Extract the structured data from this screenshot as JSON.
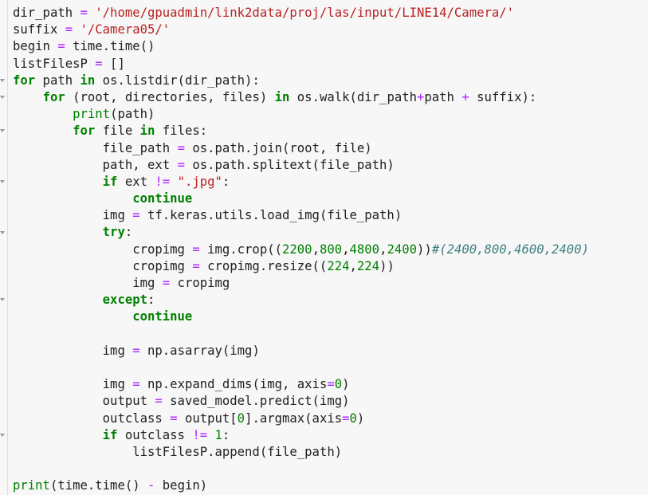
{
  "editor": {
    "fold_markers_at_lines": [
      5,
      6,
      8,
      11,
      14,
      18,
      26
    ],
    "colors": {
      "background": "#f7f7f7",
      "text": "#212121",
      "keyword": "#008000",
      "operator": "#aa22ff",
      "string": "#ba2121",
      "number": "#008000",
      "builtin": "#008000",
      "comment": "#408080"
    },
    "lines": [
      {
        "indent": "",
        "tokens": [
          [
            "t",
            "dir_path "
          ],
          [
            "op",
            "="
          ],
          [
            "t",
            " "
          ],
          [
            "str",
            "'/home/gpuadmin/link2data/proj/las/input/LINE14/Camera/'"
          ]
        ]
      },
      {
        "indent": "",
        "tokens": [
          [
            "t",
            "suffix "
          ],
          [
            "op",
            "="
          ],
          [
            "t",
            " "
          ],
          [
            "str",
            "'/Camera05/'"
          ]
        ]
      },
      {
        "indent": "",
        "tokens": [
          [
            "t",
            "begin "
          ],
          [
            "op",
            "="
          ],
          [
            "t",
            " time.time()"
          ]
        ]
      },
      {
        "indent": "",
        "tokens": [
          [
            "t",
            "listFilesP "
          ],
          [
            "op",
            "="
          ],
          [
            "t",
            " []"
          ]
        ]
      },
      {
        "indent": "",
        "tokens": [
          [
            "kw",
            "for"
          ],
          [
            "t",
            " path "
          ],
          [
            "kw",
            "in"
          ],
          [
            "t",
            " os.listdir(dir_path):"
          ]
        ]
      },
      {
        "indent": "    ",
        "tokens": [
          [
            "kw",
            "for"
          ],
          [
            "t",
            " (root, directories, files) "
          ],
          [
            "kw",
            "in"
          ],
          [
            "t",
            " os.walk(dir_path"
          ],
          [
            "op",
            "+"
          ],
          [
            "t",
            "path "
          ],
          [
            "op",
            "+"
          ],
          [
            "t",
            " suffix):"
          ]
        ]
      },
      {
        "indent": "        ",
        "tokens": [
          [
            "bi",
            "print"
          ],
          [
            "t",
            "(path)"
          ]
        ]
      },
      {
        "indent": "        ",
        "tokens": [
          [
            "kw",
            "for"
          ],
          [
            "t",
            " file "
          ],
          [
            "kw",
            "in"
          ],
          [
            "t",
            " files:"
          ]
        ]
      },
      {
        "indent": "            ",
        "tokens": [
          [
            "t",
            "file_path "
          ],
          [
            "op",
            "="
          ],
          [
            "t",
            " os.path.join(root, file)"
          ]
        ]
      },
      {
        "indent": "            ",
        "tokens": [
          [
            "t",
            "path, ext "
          ],
          [
            "op",
            "="
          ],
          [
            "t",
            " os.path.splitext(file_path)"
          ]
        ]
      },
      {
        "indent": "            ",
        "tokens": [
          [
            "kw",
            "if"
          ],
          [
            "t",
            " ext "
          ],
          [
            "op",
            "!="
          ],
          [
            "t",
            " "
          ],
          [
            "str",
            "\".jpg\""
          ],
          [
            "t",
            ":"
          ]
        ]
      },
      {
        "indent": "                ",
        "tokens": [
          [
            "kw",
            "continue"
          ]
        ]
      },
      {
        "indent": "            ",
        "tokens": [
          [
            "t",
            "img "
          ],
          [
            "op",
            "="
          ],
          [
            "t",
            " tf.keras.utils.load_img(file_path)"
          ]
        ]
      },
      {
        "indent": "            ",
        "tokens": [
          [
            "kw",
            "try"
          ],
          [
            "t",
            ":"
          ]
        ]
      },
      {
        "indent": "                ",
        "tokens": [
          [
            "t",
            "cropimg "
          ],
          [
            "op",
            "="
          ],
          [
            "t",
            " img.crop(("
          ],
          [
            "num",
            "2200"
          ],
          [
            "t",
            ","
          ],
          [
            "num",
            "800"
          ],
          [
            "t",
            ","
          ],
          [
            "num",
            "4800"
          ],
          [
            "t",
            ","
          ],
          [
            "num",
            "2400"
          ],
          [
            "t",
            "))"
          ],
          [
            "cm",
            "#(2400,800,4600,2400)"
          ]
        ]
      },
      {
        "indent": "                ",
        "tokens": [
          [
            "t",
            "cropimg "
          ],
          [
            "op",
            "="
          ],
          [
            "t",
            " cropimg.resize(("
          ],
          [
            "num",
            "224"
          ],
          [
            "t",
            ","
          ],
          [
            "num",
            "224"
          ],
          [
            "t",
            "))"
          ]
        ]
      },
      {
        "indent": "                ",
        "tokens": [
          [
            "t",
            "img "
          ],
          [
            "op",
            "="
          ],
          [
            "t",
            " cropimg"
          ]
        ]
      },
      {
        "indent": "            ",
        "tokens": [
          [
            "kw",
            "except"
          ],
          [
            "t",
            ":"
          ]
        ]
      },
      {
        "indent": "                ",
        "tokens": [
          [
            "kw",
            "continue"
          ]
        ]
      },
      {
        "indent": "",
        "tokens": []
      },
      {
        "indent": "            ",
        "tokens": [
          [
            "t",
            "img "
          ],
          [
            "op",
            "="
          ],
          [
            "t",
            " np.asarray(img)"
          ]
        ]
      },
      {
        "indent": "",
        "tokens": []
      },
      {
        "indent": "            ",
        "tokens": [
          [
            "t",
            "img "
          ],
          [
            "op",
            "="
          ],
          [
            "t",
            " np.expand_dims(img, axis"
          ],
          [
            "op",
            "="
          ],
          [
            "num",
            "0"
          ],
          [
            "t",
            ")"
          ]
        ]
      },
      {
        "indent": "            ",
        "tokens": [
          [
            "t",
            "output "
          ],
          [
            "op",
            "="
          ],
          [
            "t",
            " saved_model.predict(img)"
          ]
        ]
      },
      {
        "indent": "            ",
        "tokens": [
          [
            "t",
            "outclass "
          ],
          [
            "op",
            "="
          ],
          [
            "t",
            " output["
          ],
          [
            "num",
            "0"
          ],
          [
            "t",
            "].argmax(axis"
          ],
          [
            "op",
            "="
          ],
          [
            "num",
            "0"
          ],
          [
            "t",
            ")"
          ]
        ]
      },
      {
        "indent": "            ",
        "tokens": [
          [
            "kw",
            "if"
          ],
          [
            "t",
            " outclass "
          ],
          [
            "op",
            "!="
          ],
          [
            "t",
            " "
          ],
          [
            "num",
            "1"
          ],
          [
            "t",
            ":"
          ]
        ]
      },
      {
        "indent": "                ",
        "tokens": [
          [
            "t",
            "listFilesP.append(file_path)"
          ]
        ]
      },
      {
        "indent": "",
        "tokens": []
      },
      {
        "indent": "",
        "tokens": [
          [
            "bi",
            "print"
          ],
          [
            "t",
            "(time.time() "
          ],
          [
            "op",
            "-"
          ],
          [
            "t",
            " begin)"
          ]
        ]
      }
    ]
  }
}
